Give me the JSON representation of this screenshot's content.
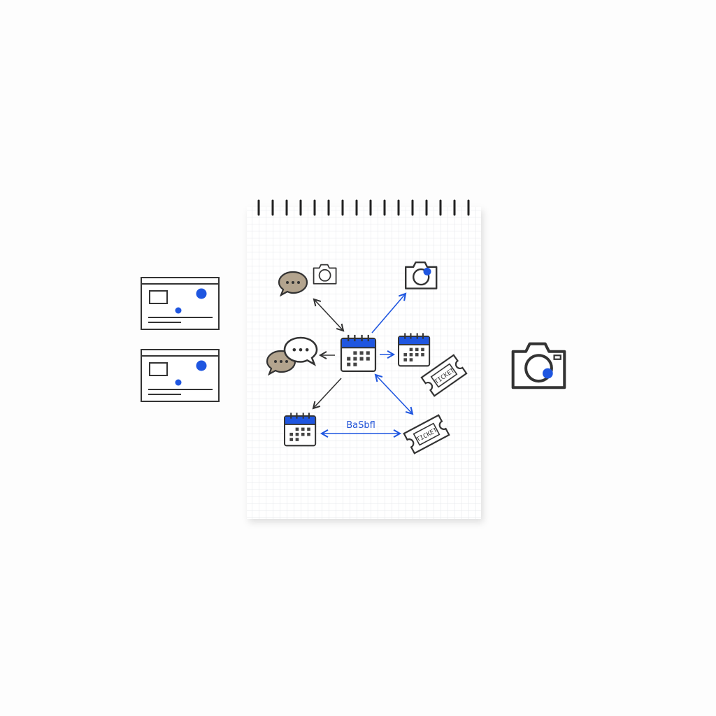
{
  "colors": {
    "accent": "#1f56e0",
    "ink": "#333333",
    "bubble": "#b3a48e",
    "paper": "#ffffff",
    "grid": "#e3e6ea"
  },
  "notebook": {
    "binding": "spiral",
    "paper": "grid"
  },
  "diagram": {
    "link_label": "BaSbfl",
    "nodes": [
      "calendar-center",
      "calendar-right",
      "calendar-bottom-left",
      "speech-bubble-top",
      "speech-bubbles-left",
      "camera-small",
      "camera-top-right",
      "ticket-right",
      "ticket-bottom-right"
    ],
    "edges": [
      {
        "from": "speech-bubble-top",
        "to": "calendar-center",
        "style": "dark",
        "direction": "both"
      },
      {
        "from": "calendar-center",
        "to": "camera-top-right",
        "style": "blue",
        "direction": "forward"
      },
      {
        "from": "calendar-center",
        "to": "speech-bubbles-left",
        "style": "dark",
        "direction": "forward"
      },
      {
        "from": "calendar-center",
        "to": "calendar-right",
        "style": "blue",
        "direction": "forward"
      },
      {
        "from": "calendar-center",
        "to": "calendar-bottom-left",
        "style": "dark",
        "direction": "forward"
      },
      {
        "from": "calendar-center",
        "to": "ticket-bottom-right",
        "style": "blue",
        "direction": "both"
      },
      {
        "from": "calendar-bottom-left",
        "to": "ticket-bottom-right",
        "style": "blue",
        "direction": "both",
        "label": "BaSbfl"
      }
    ]
  },
  "side_items": {
    "left": [
      "card",
      "card"
    ],
    "right": [
      "camera"
    ]
  }
}
